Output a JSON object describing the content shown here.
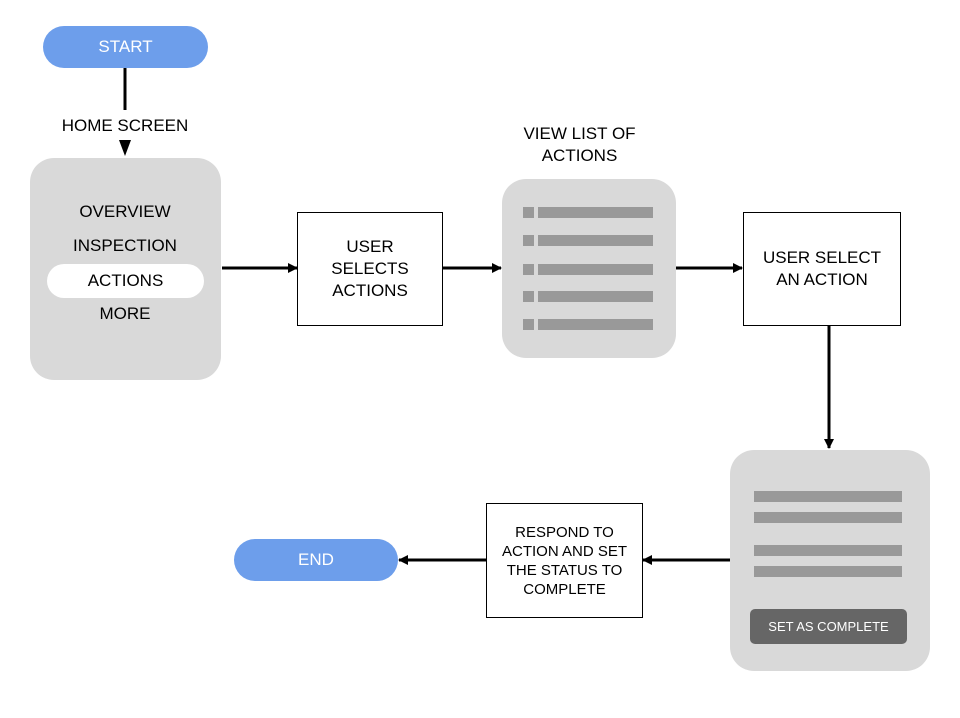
{
  "start": {
    "label": "START"
  },
  "end": {
    "label": "END"
  },
  "home": {
    "caption": "HOME SCREEN",
    "menu": [
      {
        "label": "OVERVIEW",
        "selected": false
      },
      {
        "label": "INSPECTION",
        "selected": false
      },
      {
        "label": "ACTIONS",
        "selected": true
      },
      {
        "label": "MORE",
        "selected": false
      }
    ]
  },
  "steps": {
    "user_selects_actions": "USER SELECTS ACTIONS",
    "view_list_caption": "VIEW LIST OF ACTIONS",
    "user_select_action": "USER SELECT AN ACTION",
    "respond_action": "RESPOND TO ACTION AND SET THE STATUS TO COMPLETE"
  },
  "action_list": {
    "item_count": 5
  },
  "detail_screen": {
    "button_label": "SET AS COMPLETE"
  },
  "colors": {
    "terminal": "#6d9eeb",
    "screen_bg": "#d9d9d9",
    "placeholder_bar": "#999999",
    "button_bg": "#666666"
  }
}
